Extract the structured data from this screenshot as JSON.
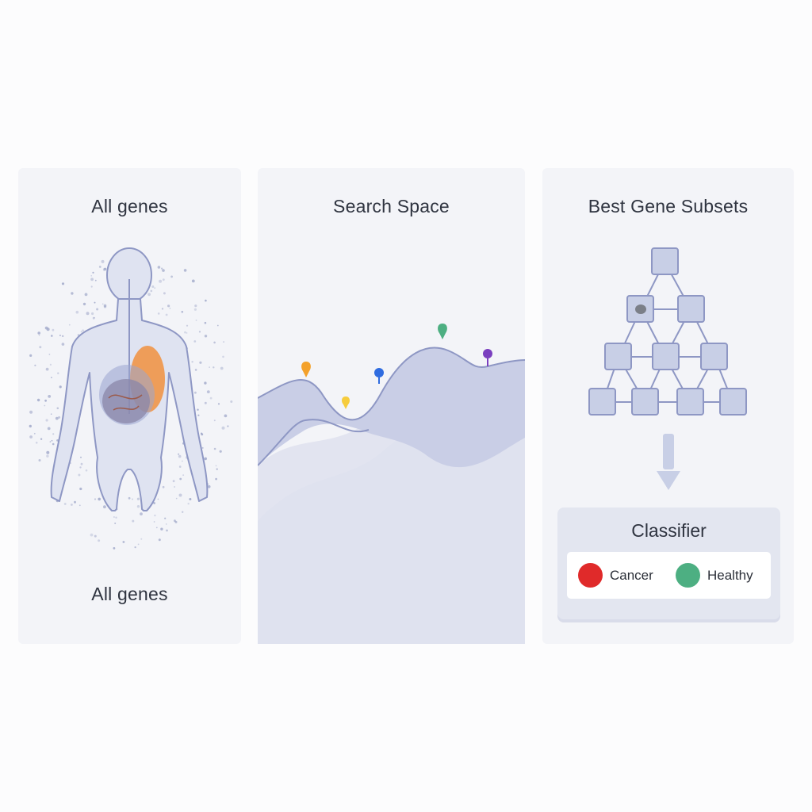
{
  "panels": {
    "all_genes": {
      "title": "All genes",
      "bottom_label": "All genes"
    },
    "search_space": {
      "title": "Search Space"
    },
    "best_subsets": {
      "title": "Best Gene Subsets"
    }
  },
  "classifier": {
    "title": "Classifier",
    "classes": [
      {
        "label": "Cancer",
        "color": "#e02a2a"
      },
      {
        "label": "Healthy",
        "color": "#4daf82"
      }
    ]
  },
  "colors": {
    "panel_bg": "#f3f4f8",
    "outline": "#8e97c4",
    "node_fill": "#c8cfe6",
    "marker_orange": "#f3a12b",
    "marker_yellow": "#f6cc3d",
    "marker_blue": "#2f6ce0",
    "marker_green": "#4daf82",
    "marker_purple": "#7a3fbf"
  },
  "icons": [
    "human-body-icon",
    "organ-icon",
    "landscape-curve-icon",
    "location-pin-icon",
    "node-network-icon",
    "down-arrow-icon"
  ]
}
